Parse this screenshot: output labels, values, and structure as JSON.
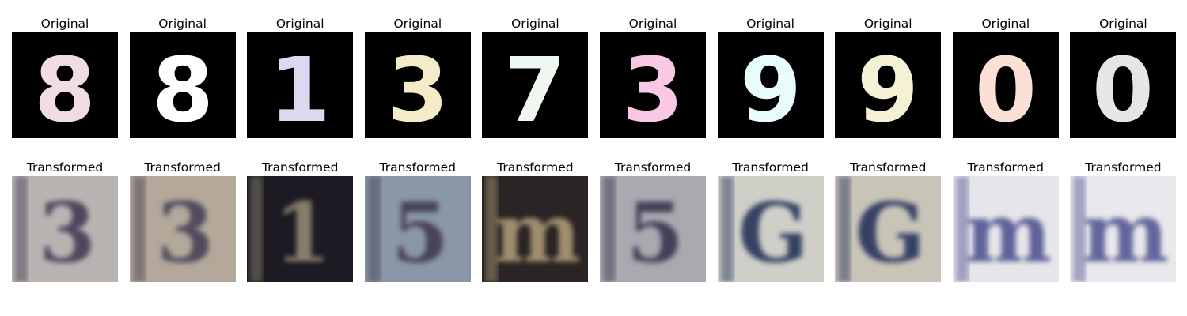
{
  "figure": {
    "rows": [
      {
        "caption": "Original",
        "items": [
          {
            "digit": "8",
            "background": "#000000",
            "ink": "#f1dbe4"
          },
          {
            "digit": "8",
            "background": "#000000",
            "ink": "#ffffff"
          },
          {
            "digit": "1",
            "background": "#000000",
            "ink": "#dcd8f0"
          },
          {
            "digit": "3",
            "background": "#000000",
            "ink": "#f4ebc8"
          },
          {
            "digit": "7",
            "background": "#000000",
            "ink": "#eef8f0"
          },
          {
            "digit": "3",
            "background": "#000000",
            "ink": "#f8c8e4"
          },
          {
            "digit": "9",
            "background": "#000000",
            "ink": "#e8fcfc"
          },
          {
            "digit": "9",
            "background": "#000000",
            "ink": "#f4f1d4"
          },
          {
            "digit": "0",
            "background": "#000000",
            "ink": "#fbe0d6"
          },
          {
            "digit": "0",
            "background": "#000000",
            "ink": "#e6e6e6"
          }
        ]
      },
      {
        "caption": "Transformed",
        "items": [
          {
            "digit": "3",
            "background": "#b9b4b2",
            "ink": "#3a3650"
          },
          {
            "digit": "3",
            "background": "#b3a89a",
            "ink": "#3f3a52"
          },
          {
            "digit": "1",
            "background": "#1c1a22",
            "ink": "#9a8f7a"
          },
          {
            "digit": "5",
            "background": "#8a97a8",
            "ink": "#3c3446"
          },
          {
            "digit": "m",
            "background": "#2a2424",
            "ink": "#b4a07c"
          },
          {
            "digit": "5",
            "background": "#a8aab0",
            "ink": "#332e48"
          },
          {
            "digit": "G",
            "background": "#cfcfc8",
            "ink": "#1f2a52"
          },
          {
            "digit": "G",
            "background": "#c9c4b8",
            "ink": "#1e2c56"
          },
          {
            "digit": "m",
            "background": "#e6e6ea",
            "ink": "#4a4c8c"
          },
          {
            "digit": "m",
            "background": "#e9e8ec",
            "ink": "#4d5090"
          }
        ]
      }
    ]
  }
}
